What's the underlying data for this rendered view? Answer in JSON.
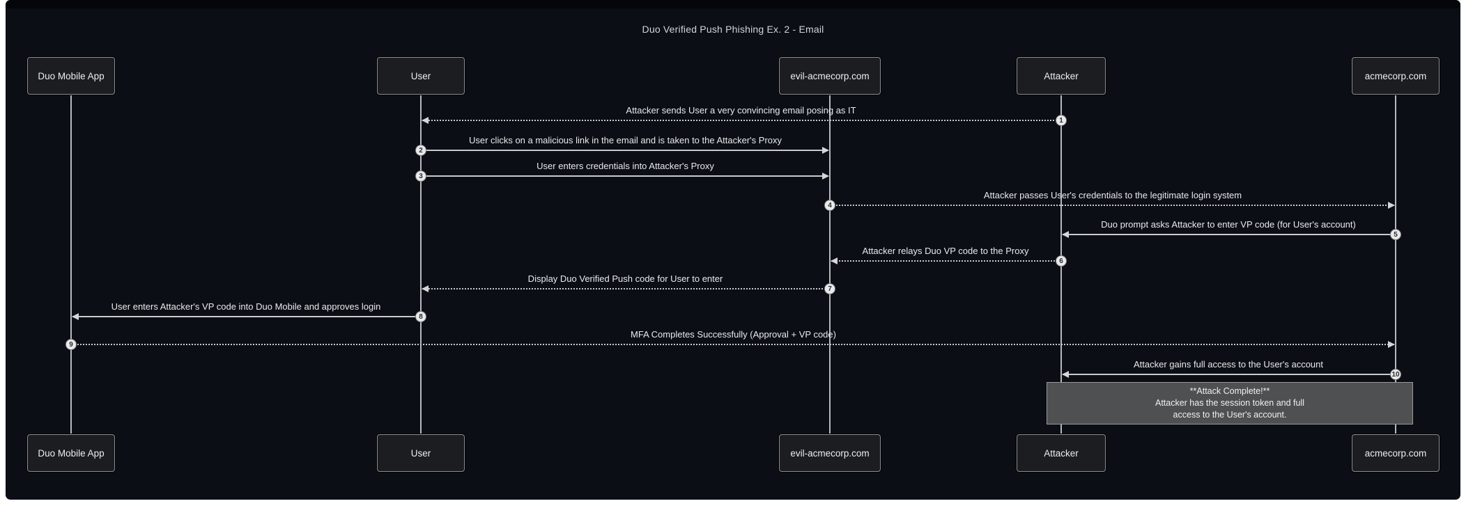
{
  "title": "Duo Verified Push Phishing Ex. 2 - Email",
  "colors": {
    "canvas_bg": "#0b0e15",
    "page_bg": "#ffffff",
    "box_fill": "#1b1d20",
    "box_border": "#8b8f94",
    "line": "#c9cbcd",
    "text": "#e8eaec",
    "note_fill": "#4f5052",
    "note_border": "#9a9a9a",
    "badge_fill": "#e9eaeb"
  },
  "participants": [
    {
      "id": "duo",
      "label": "Duo Mobile App"
    },
    {
      "id": "user",
      "label": "User"
    },
    {
      "id": "evil",
      "label": "evil-acmecorp.com"
    },
    {
      "id": "attacker",
      "label": "Attacker"
    },
    {
      "id": "acme",
      "label": "acmecorp.com"
    }
  ],
  "messages": [
    {
      "seq": "1",
      "label": "Attacker sends User a very convincing email posing as IT",
      "from": "attacker",
      "to": "user",
      "line": "dotted"
    },
    {
      "seq": "2",
      "label": "User clicks on a malicious link in the email and is taken to the Attacker's Proxy",
      "from": "user",
      "to": "evil",
      "line": "solid"
    },
    {
      "seq": "3",
      "label": "User enters credentials into Attacker's Proxy",
      "from": "user",
      "to": "evil",
      "line": "solid"
    },
    {
      "seq": "4",
      "label": "Attacker passes User's credentials to the legitimate login system",
      "from": "evil",
      "to": "acme",
      "line": "dotted"
    },
    {
      "seq": "5",
      "label": "Duo prompt asks Attacker to enter VP code (for User's account)",
      "from": "acme",
      "to": "attacker",
      "line": "solid"
    },
    {
      "seq": "6",
      "label": "Attacker relays Duo VP code to the Proxy",
      "from": "attacker",
      "to": "evil",
      "line": "dotted"
    },
    {
      "seq": "7",
      "label": "Display Duo Verified Push code for User to enter",
      "from": "evil",
      "to": "user",
      "line": "dotted"
    },
    {
      "seq": "8",
      "label": "User enters Attacker's VP code into Duo Mobile and approves login",
      "from": "user",
      "to": "duo",
      "line": "solid"
    },
    {
      "seq": "9",
      "label": "MFA Completes Successfully (Approval + VP code)",
      "from": "duo",
      "to": "acme",
      "line": "dotted"
    },
    {
      "seq": "10",
      "label": "Attacker gains full access to the User's account",
      "from": "acme",
      "to": "attacker",
      "line": "solid"
    }
  ],
  "note": {
    "line1": "**Attack Complete!**",
    "line2": "Attacker has the session token and full",
    "line3": "access to the User's account.",
    "over": [
      "attacker",
      "acme"
    ]
  }
}
